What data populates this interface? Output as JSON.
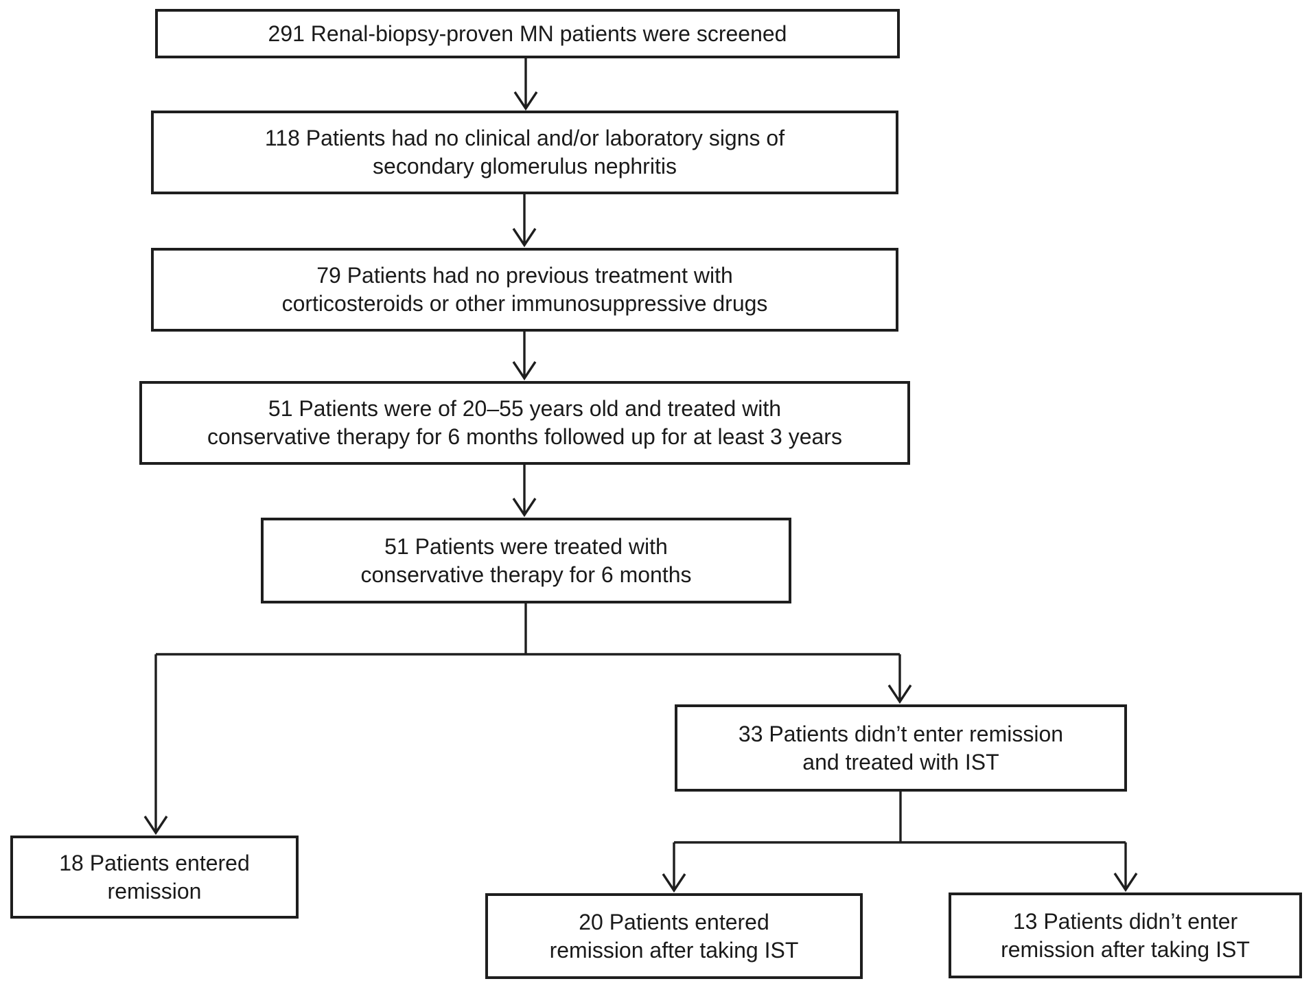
{
  "colors": {
    "background": "#ffffff",
    "box_fill": "#ffffff",
    "line": "#1e1e1e",
    "text": "#1a1a1a"
  },
  "diagram": {
    "type": "flowchart",
    "nodes": {
      "screened": {
        "text": "291 Renal-biopsy-proven MN patients were screened"
      },
      "no_secondary_signs": {
        "text": "118 Patients had no clinical and/or laboratory signs of\nsecondary glomerulus nephritis"
      },
      "no_previous_treatment": {
        "text": "79 Patients had no previous treatment with\ncorticosteroids or other immunosuppressive drugs"
      },
      "age_criteria": {
        "text": "51 Patients were of 20–55 years old and treated with\nconservative therapy for 6 months followed up for at least 3 years"
      },
      "conservative_therapy": {
        "text": "51 Patients were treated with\nconservative therapy for 6 months"
      },
      "entered_remission": {
        "text": "18 Patients entered\nremission"
      },
      "no_remission_ist": {
        "text": "33 Patients didn’t enter remission\nand treated with IST"
      },
      "remission_after_ist": {
        "text": "20 Patients entered\nremission after taking IST"
      },
      "no_remission_after_ist": {
        "text": "13 Patients didn’t enter\nremission after taking IST"
      }
    },
    "edges": [
      {
        "from": "screened",
        "to": "no_secondary_signs"
      },
      {
        "from": "no_secondary_signs",
        "to": "no_previous_treatment"
      },
      {
        "from": "no_previous_treatment",
        "to": "age_criteria"
      },
      {
        "from": "age_criteria",
        "to": "conservative_therapy"
      },
      {
        "from": "conservative_therapy",
        "to": "entered_remission"
      },
      {
        "from": "conservative_therapy",
        "to": "no_remission_ist"
      },
      {
        "from": "no_remission_ist",
        "to": "remission_after_ist"
      },
      {
        "from": "no_remission_ist",
        "to": "no_remission_after_ist"
      }
    ]
  }
}
